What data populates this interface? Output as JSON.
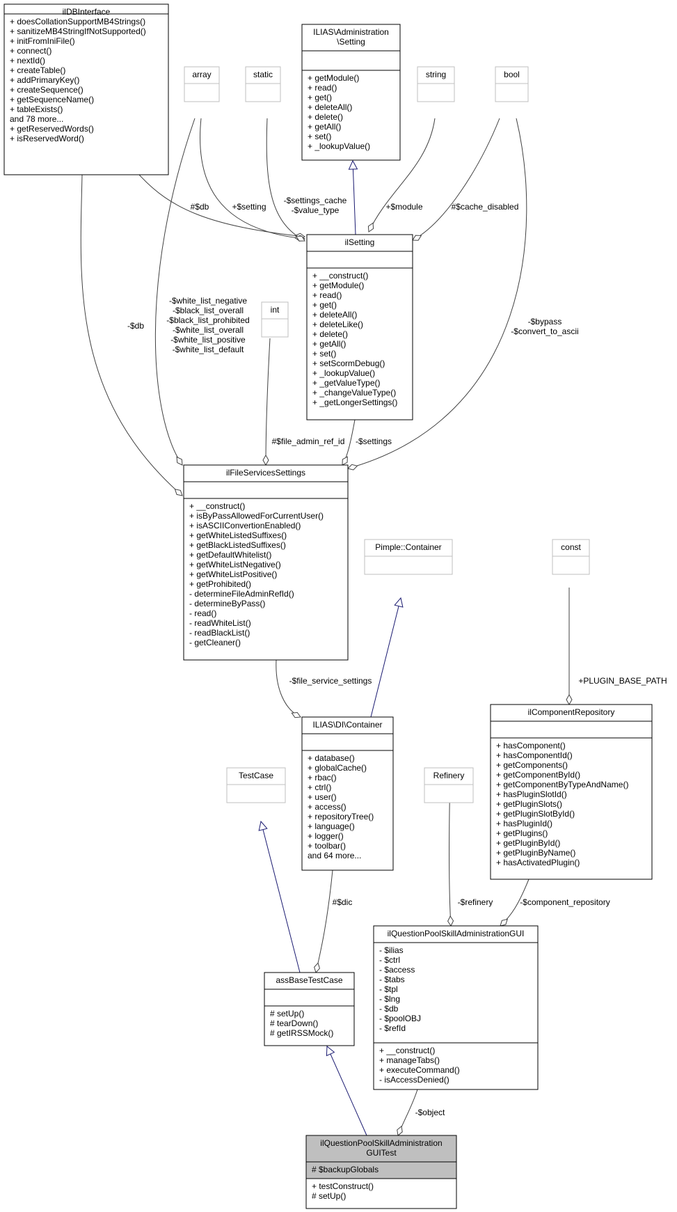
{
  "classes": {
    "ilDBInterface": {
      "title": [
        "ilDBInterface"
      ],
      "attributes": [],
      "methods": [
        "+ doesCollationSupportMB4Strings()",
        "+ sanitizeMB4StringIfNotSupported()",
        "+ initFromIniFile()",
        "+ connect()",
        "+ nextId()",
        "+ createTable()",
        "+ addPrimaryKey()",
        "+ createSequence()",
        "+ getSequenceName()",
        "+ tableExists()",
        "and 78 more...",
        "+ getReservedWords()",
        "+ isReservedWord()"
      ]
    },
    "array": {
      "title": [
        "array"
      ],
      "attributes": [],
      "methods": []
    },
    "static": {
      "title": [
        "static"
      ],
      "attributes": [],
      "methods": []
    },
    "SettingIface": {
      "title": [
        "ILIAS\\Administration",
        "\\Setting"
      ],
      "attributes": [],
      "methods": [
        "+ getModule()",
        "+ read()",
        "+ get()",
        "+ deleteAll()",
        "+ delete()",
        "+ getAll()",
        "+ set()",
        "+ _lookupValue()"
      ]
    },
    "string": {
      "title": [
        "string"
      ],
      "attributes": [],
      "methods": []
    },
    "bool": {
      "title": [
        "bool"
      ],
      "attributes": [],
      "methods": []
    },
    "ilSetting": {
      "title": [
        "ilSetting"
      ],
      "attributes": [],
      "methods": [
        "+ __construct()",
        "+ getModule()",
        "+ read()",
        "+ get()",
        "+ deleteAll()",
        "+ deleteLike()",
        "+ delete()",
        "+ getAll()",
        "+ set()",
        "+ setScormDebug()",
        "+ _lookupValue()",
        "+ _getValueType()",
        "+ _changeValueType()",
        "+ _getLongerSettings()"
      ]
    },
    "int": {
      "title": [
        "int"
      ],
      "attributes": [],
      "methods": []
    },
    "ilFileServicesSettings": {
      "title": [
        "ilFileServicesSettings"
      ],
      "attributes": [],
      "methods": [
        "+ __construct()",
        "+ isByPassAllowedForCurrentUser()",
        "+ isASCIIConvertionEnabled()",
        "+ getWhiteListedSuffixes()",
        "+ getBlackListedSuffixes()",
        "+ getDefaultWhitelist()",
        "+ getWhiteListNegative()",
        "+ getWhiteListPositive()",
        "+ getProhibited()",
        "- determineFileAdminRefId()",
        "- determineByPass()",
        "- read()",
        "- readWhiteList()",
        "- readBlackList()",
        "- getCleaner()"
      ]
    },
    "PimpleContainer": {
      "title": [
        "Pimple::Container"
      ],
      "attributes": [],
      "methods": []
    },
    "const": {
      "title": [
        "const"
      ],
      "attributes": [],
      "methods": []
    },
    "DIContainer": {
      "title": [
        "ILIAS\\DI\\Container"
      ],
      "attributes": [],
      "methods": [
        "+ database()",
        "+ globalCache()",
        "+ rbac()",
        "+ ctrl()",
        "+ user()",
        "+ access()",
        "+ repositoryTree()",
        "+ language()",
        "+ logger()",
        "+ toolbar()",
        "and 64 more..."
      ]
    },
    "ilComponentRepository": {
      "title": [
        "ilComponentRepository"
      ],
      "attributes": [],
      "methods": [
        "+ hasComponent()",
        "+ hasComponentId()",
        "+ getComponents()",
        "+ getComponentById()",
        "+ getComponentByTypeAndName()",
        "+ hasPluginSlotId()",
        "+ getPluginSlots()",
        "+ getPluginSlotById()",
        "+ hasPluginId()",
        "+ getPlugins()",
        "+ getPluginById()",
        "+ getPluginByName()",
        "+ hasActivatedPlugin()"
      ]
    },
    "TestCase": {
      "title": [
        "TestCase"
      ],
      "attributes": [],
      "methods": []
    },
    "Refinery": {
      "title": [
        "Refinery"
      ],
      "attributes": [],
      "methods": []
    },
    "ilQuestionPoolSkillAdministrationGUI": {
      "title": [
        "ilQuestionPoolSkillAdministrationGUI"
      ],
      "attributes": [
        "- $ilias",
        "- $ctrl",
        "- $access",
        "- $tabs",
        "- $tpl",
        "- $lng",
        "- $db",
        "- $poolOBJ",
        "- $refId"
      ],
      "methods": [
        "+ __construct()",
        "+ manageTabs()",
        "+ executeCommand()",
        "- isAccessDenied()"
      ]
    },
    "assBaseTestCase": {
      "title": [
        "assBaseTestCase"
      ],
      "attributes": [],
      "methods": [
        "# setUp()",
        "# tearDown()",
        "# getIRSSMock()"
      ]
    },
    "ilQuestionPoolSkillAdministrationGUITest": {
      "title": [
        "ilQuestionPoolSkillAdministration",
        "GUITest"
      ],
      "attributes": [
        "# $backupGlobals"
      ],
      "methods": [
        "+ testConstruct()",
        "# setUp()"
      ]
    }
  },
  "edge_labels": {
    "db1": [
      "#$db"
    ],
    "setting": [
      "+$setting"
    ],
    "settings_cache": [
      "-$settings_cache",
      "-$value_type"
    ],
    "module": [
      "+$module"
    ],
    "cache_disabled": [
      "#$cache_disabled"
    ],
    "db2": [
      "-$db"
    ],
    "white_lists": [
      "-$white_list_negative",
      "-$black_list_overall",
      "-$black_list_prohibited",
      "-$white_list_overall",
      "-$white_list_positive",
      "-$white_list_default"
    ],
    "bypass": [
      "-$bypass",
      "-$convert_to_ascii"
    ],
    "file_admin_ref_id": [
      "#$file_admin_ref_id"
    ],
    "settings": [
      "-$settings"
    ],
    "file_service_settings": [
      "-$file_service_settings"
    ],
    "plugin_base_path": [
      "+PLUGIN_BASE_PATH"
    ],
    "dic": [
      "#$dic"
    ],
    "refinery": [
      "-$refinery"
    ],
    "component_repository": [
      "-$component_repository"
    ],
    "object": [
      "-$object"
    ]
  },
  "colors": {
    "solid_border": "#000000",
    "ghost_border": "#bfbfbf",
    "highlight_fill": "#bfbfbf",
    "inheritance_edge": "#191970",
    "usage_edge": "#404040"
  }
}
